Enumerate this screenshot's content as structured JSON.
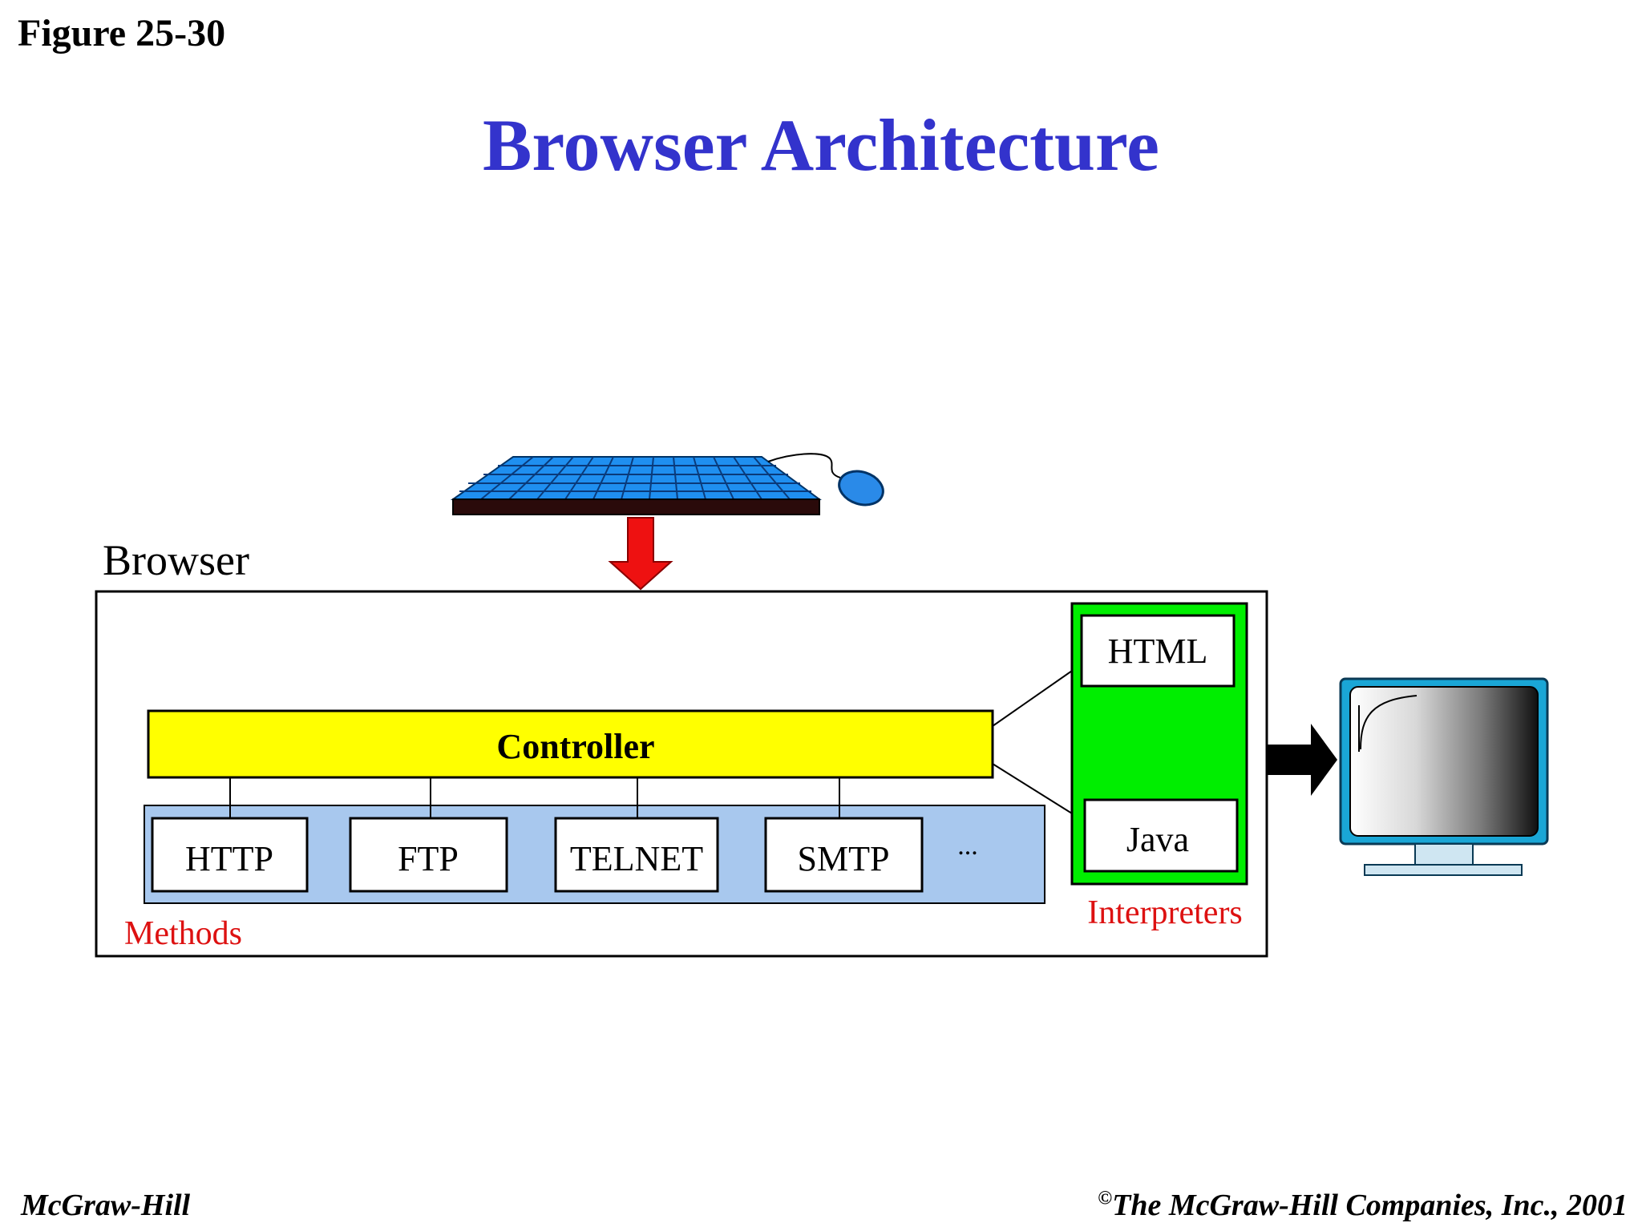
{
  "figure_label": "Figure 25-30",
  "title": "Browser Architecture",
  "browser_label": "Browser",
  "controller_label": "Controller",
  "methods": {
    "group_label": "Methods",
    "items": [
      "HTTP",
      "FTP",
      "TELNET",
      "SMTP"
    ],
    "ellipsis": "..."
  },
  "interpreters": {
    "group_label": "Interpreters",
    "items": [
      "HTML",
      "Java"
    ]
  },
  "footer": {
    "left": "McGraw-Hill",
    "right_symbol": "©",
    "right": "The McGraw-Hill Companies, Inc., 2001"
  },
  "colors": {
    "title": "#3333cc",
    "controller_fill": "#ffff00",
    "methods_fill": "#a8c8ee",
    "interpreters_fill": "#00ee00",
    "red_label": "#dd1111",
    "input_arrow": "#ee1111",
    "output_arrow": "#000000",
    "keyboard": "#1f8ff0",
    "mouse": "#2a8ae8",
    "monitor_frame": "#1aa6d6"
  },
  "icons": {
    "input_device": "keyboard-mouse-icon",
    "output_device": "monitor-icon"
  }
}
